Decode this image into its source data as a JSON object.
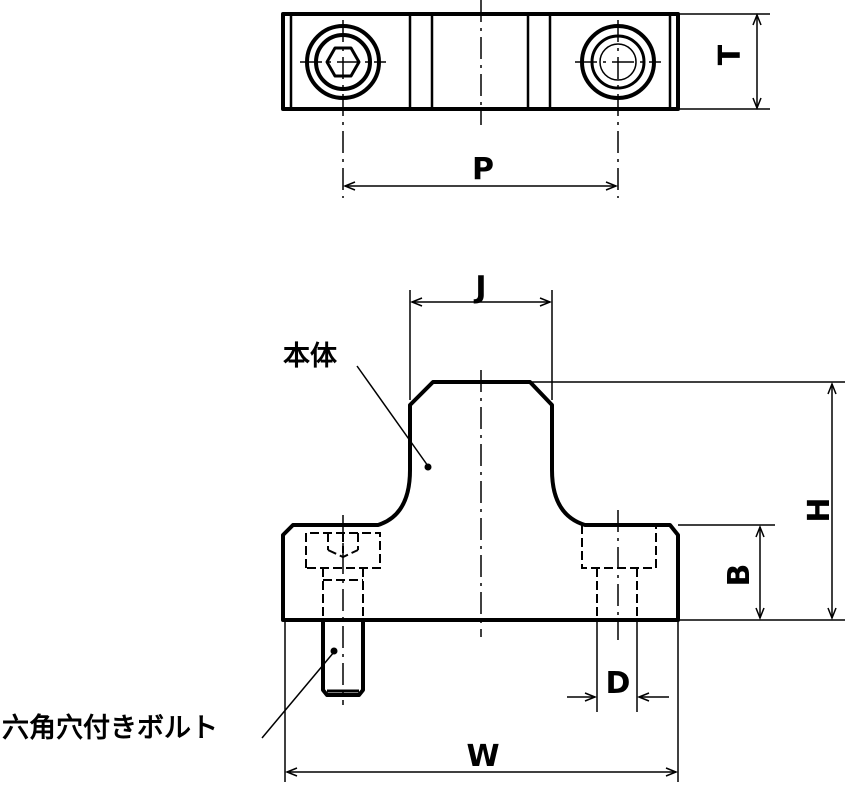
{
  "dimensions": {
    "T": "T",
    "P": "P",
    "J": "J",
    "H": "H",
    "B": "B",
    "D": "D",
    "W": "W"
  },
  "callouts": {
    "body": "本体",
    "bolt": "六角穴付きボルト"
  }
}
